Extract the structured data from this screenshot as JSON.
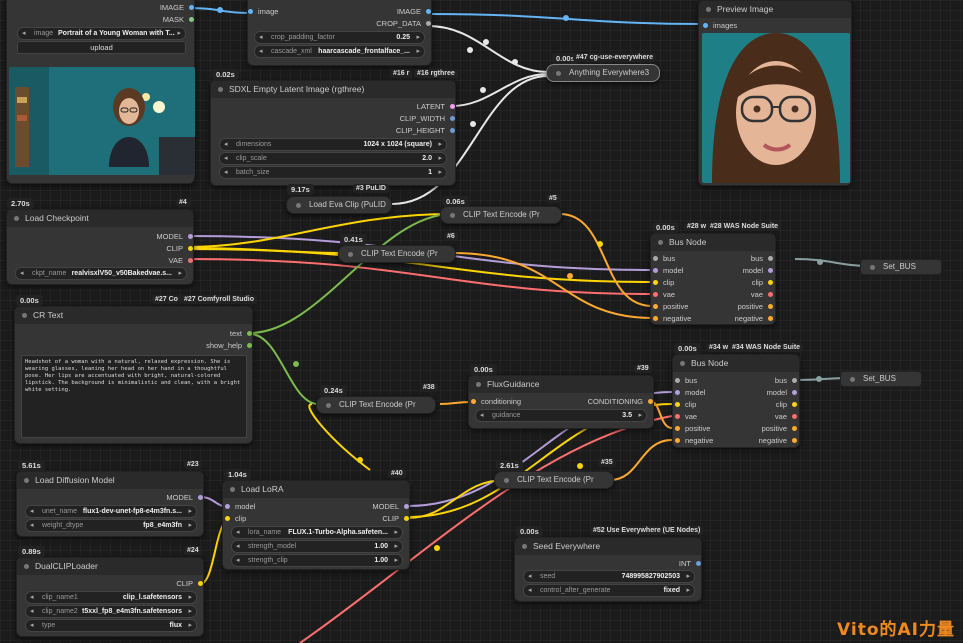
{
  "colors": {
    "model": "#b39ddb",
    "clip": "#ffd500",
    "vae": "#ff6e6e",
    "latent": "#ff9cf9",
    "conditioning": "#ffa931",
    "image": "#64b5f6",
    "string": "#7cbb4d",
    "int": "#6c9bd6"
  },
  "watermark": "Vito的AI力量",
  "nodes": {
    "load_image": {
      "out_image": "IMAGE",
      "out_mask": "MASK",
      "w_image_label": "image",
      "w_image_value": "Portrait of a Young Woman with T...",
      "upload": "upload"
    },
    "face_crop": {
      "in_image": "image",
      "out_image": "IMAGE",
      "out_crop": "CROP_DATA",
      "w1_label": "crop_padding_factor",
      "w1_value": "0.25",
      "w2_label": "cascade_xml",
      "w2_value": "haarcascade_frontalface_..."
    },
    "preview": {
      "title": "Preview Image",
      "in_images": "images"
    },
    "anything": {
      "time": "0.00s",
      "id": "#47 cg-use-everywhere",
      "title": "Anything Everywhere3"
    },
    "sdxl_latent": {
      "time": "0.02s",
      "id": "#16 rgthree",
      "id_short": "#16 r",
      "title": "SDXL Empty Latent Image (rgthree)",
      "out_latent": "LATENT",
      "out_clip_w": "CLIP_WIDTH",
      "out_clip_h": "CLIP_HEIGHT",
      "w1_label": "dimensions",
      "w1_value": "1024 x 1024  (square)",
      "w2_label": "clip_scale",
      "w2_value": "2.0",
      "w3_label": "batch_size",
      "w3_value": "1"
    },
    "eva_clip": {
      "time": "9.17s",
      "id": "#3 PuLID",
      "title": "Load Eva Clip (PuLID"
    },
    "checkpoint": {
      "time": "2.70s",
      "id": "#4",
      "title": "Load Checkpoint",
      "out_model": "MODEL",
      "out_clip": "CLIP",
      "out_vae": "VAE",
      "w_label": "ckpt_name",
      "w_value": "realvisxlV50_v50Bakedvae.s..."
    },
    "clip5": {
      "time": "0.06s",
      "id": "#5",
      "title": "CLIP Text Encode (Pr"
    },
    "clip6": {
      "time": "0.41s",
      "id": "#6",
      "title": "CLIP Text Encode (Pr"
    },
    "bus28": {
      "time": "0.00s",
      "id": "#28 WAS Node Suite",
      "id_short": "#28 w",
      "title": "Bus Node",
      "inputs": [
        "bus",
        "model",
        "clip",
        "vae",
        "positive",
        "negative"
      ],
      "outputs": [
        "bus",
        "model",
        "clip",
        "vae",
        "positive",
        "negative"
      ]
    },
    "set_bus_1": {
      "title": "Set_BUS"
    },
    "cr_text": {
      "time": "0.00s",
      "id": "#27 Comfyroll Studio",
      "id_short": "#27 Co",
      "title": "CR Text",
      "out_text": "text",
      "out_help": "show_help",
      "text": "Headshot of a woman with a natural, relaxed expression. She is wearing glasses, leaning her head on her hand in a thoughtful pose. Her lips are accentuated with bright, natural-colored lipstick. The background is minimalistic and clean, with a bright white setting."
    },
    "clip38": {
      "time": "0.24s",
      "id": "#38",
      "title": "CLIP Text Encode (Pr"
    },
    "flux_guidance": {
      "time": "0.00s",
      "id": "#39",
      "title": "FluxGuidance",
      "in_cond": "conditioning",
      "out_cond": "CONDITIONING",
      "w_label": "guidance",
      "w_value": "3.5"
    },
    "bus34": {
      "time": "0.00s",
      "id": "#34 WAS Node Suite",
      "id_short": "#34 w",
      "title": "Bus Node",
      "inputs": [
        "bus",
        "model",
        "clip",
        "vae",
        "positive",
        "negative"
      ],
      "outputs": [
        "bus",
        "model",
        "clip",
        "vae",
        "positive",
        "negative"
      ]
    },
    "set_bus_2": {
      "title": "Set_BUS"
    },
    "diffusion": {
      "time": "5.61s",
      "id": "#23",
      "title": "Load Diffusion Model",
      "out_model": "MODEL",
      "w1_label": "unet_name",
      "w1_value": "flux1-dev-unet-fp8-e4m3fn.s...",
      "w2_label": "weight_dtype",
      "w2_value": "fp8_e4m3fn"
    },
    "lora": {
      "time": "1.04s",
      "id": "#40",
      "title": "Load LoRA",
      "in_model": "model",
      "in_clip": "clip",
      "out_model": "MODEL",
      "out_clip": "CLIP",
      "w1_label": "lora_name",
      "w1_value": "FLUX.1-Turbo-Alpha.safeten...",
      "w2_label": "strength_model",
      "w2_value": "1.00",
      "w3_label": "strength_clip",
      "w3_value": "1.00"
    },
    "clip35": {
      "time": "2.61s",
      "id": "#35",
      "title": "CLIP Text Encode (Pr"
    },
    "seed": {
      "time": "0.00s",
      "id": "#52 Use Everywhere (UE Nodes)",
      "title": "Seed Everywhere",
      "out_int": "INT",
      "w1_label": "seed",
      "w1_value": "748995827902503",
      "w2_label": "control_after_generate",
      "w2_value": "fixed"
    },
    "dualclip": {
      "time": "0.89s",
      "id": "#24",
      "title": "DualCLIPLoader",
      "out_clip": "CLIP",
      "w1_label": "clip_name1",
      "w1_value": "clip_l.safetensors",
      "w2_label": "clip_name2",
      "w2_value": "t5xxl_fp8_e4m3fn.safetensors",
      "w3_label": "type",
      "w3_value": "flux"
    }
  }
}
